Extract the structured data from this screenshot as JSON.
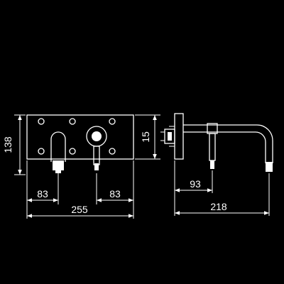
{
  "drawing": {
    "background": "#000000",
    "line_color": "#ffffff",
    "dimensions": {
      "front_height": "138",
      "front_side_height": "15",
      "front_left_offset": "83",
      "front_right_offset": "83",
      "front_total_width": "255",
      "side_spout_offset": "93",
      "side_spout_reach": "218"
    }
  }
}
